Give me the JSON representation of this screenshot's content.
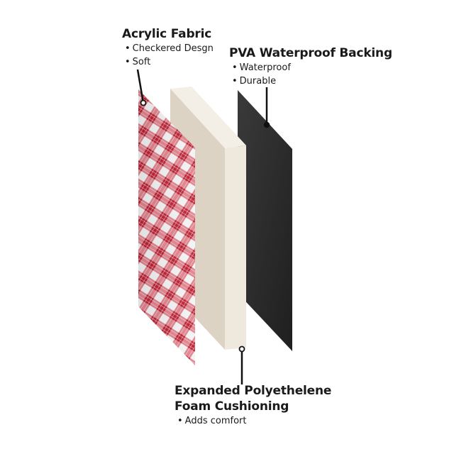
{
  "layers": {
    "acrylic": {
      "title": "Acrylic Fabric",
      "bullets": [
        "Checkered Desgn",
        "Soft"
      ]
    },
    "backing": {
      "title": "PVA Waterproof Backing",
      "bullets": [
        "Waterproof",
        "Durable"
      ]
    },
    "foam": {
      "title_line1": "Expanded Polyethelene",
      "title_line2": "Foam Cushioning",
      "bullets": [
        "Adds comfort"
      ]
    }
  },
  "colors": {
    "fabric_red": "#d0283b",
    "fabric_white": "#f2f2f2",
    "foam_front": "#efe8dc",
    "foam_side": "#ddd3c4",
    "backing": "#2b2b2b"
  }
}
